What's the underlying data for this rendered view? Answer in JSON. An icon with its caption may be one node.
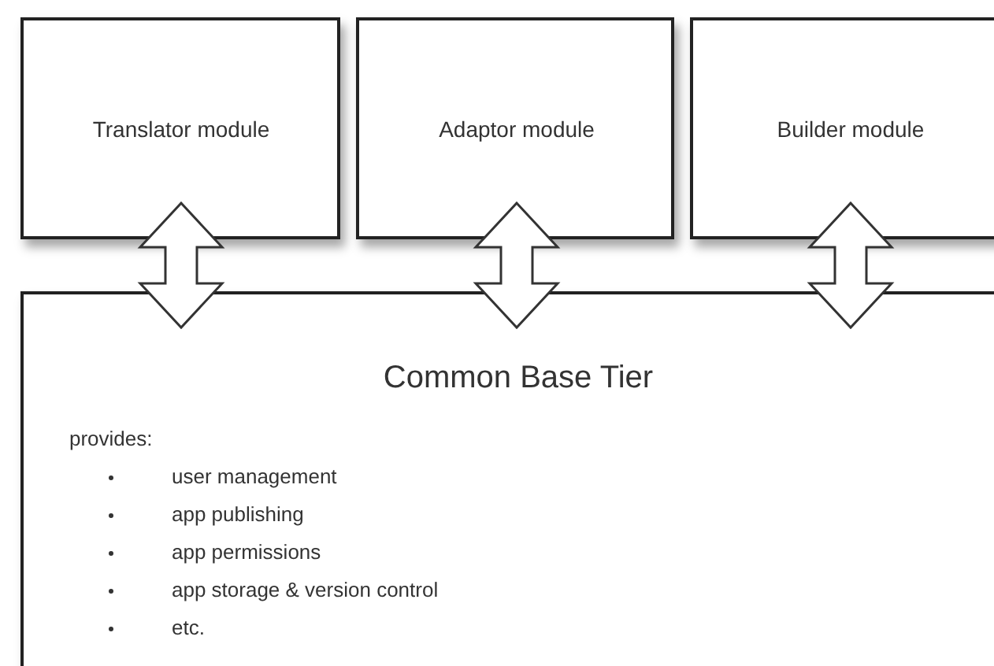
{
  "diagram": {
    "nodes": [
      {
        "text": [
          "Translator module"
        ]
      },
      {
        "text": [
          "Adaptor module"
        ]
      },
      {
        "text": [
          "Builder module"
        ]
      },
      {
        "text": [
          "Common Base Tier",
          "provides:",
          "user management",
          "app publishing",
          "app permissions",
          "app storage & version control",
          "etc."
        ]
      }
    ],
    "edges": [
      {
        "from": 0,
        "to": 3,
        "arrow": "both"
      },
      {
        "from": 1,
        "to": 3,
        "arrow": "both"
      },
      {
        "from": 2,
        "to": 3,
        "arrow": "both"
      }
    ]
  }
}
